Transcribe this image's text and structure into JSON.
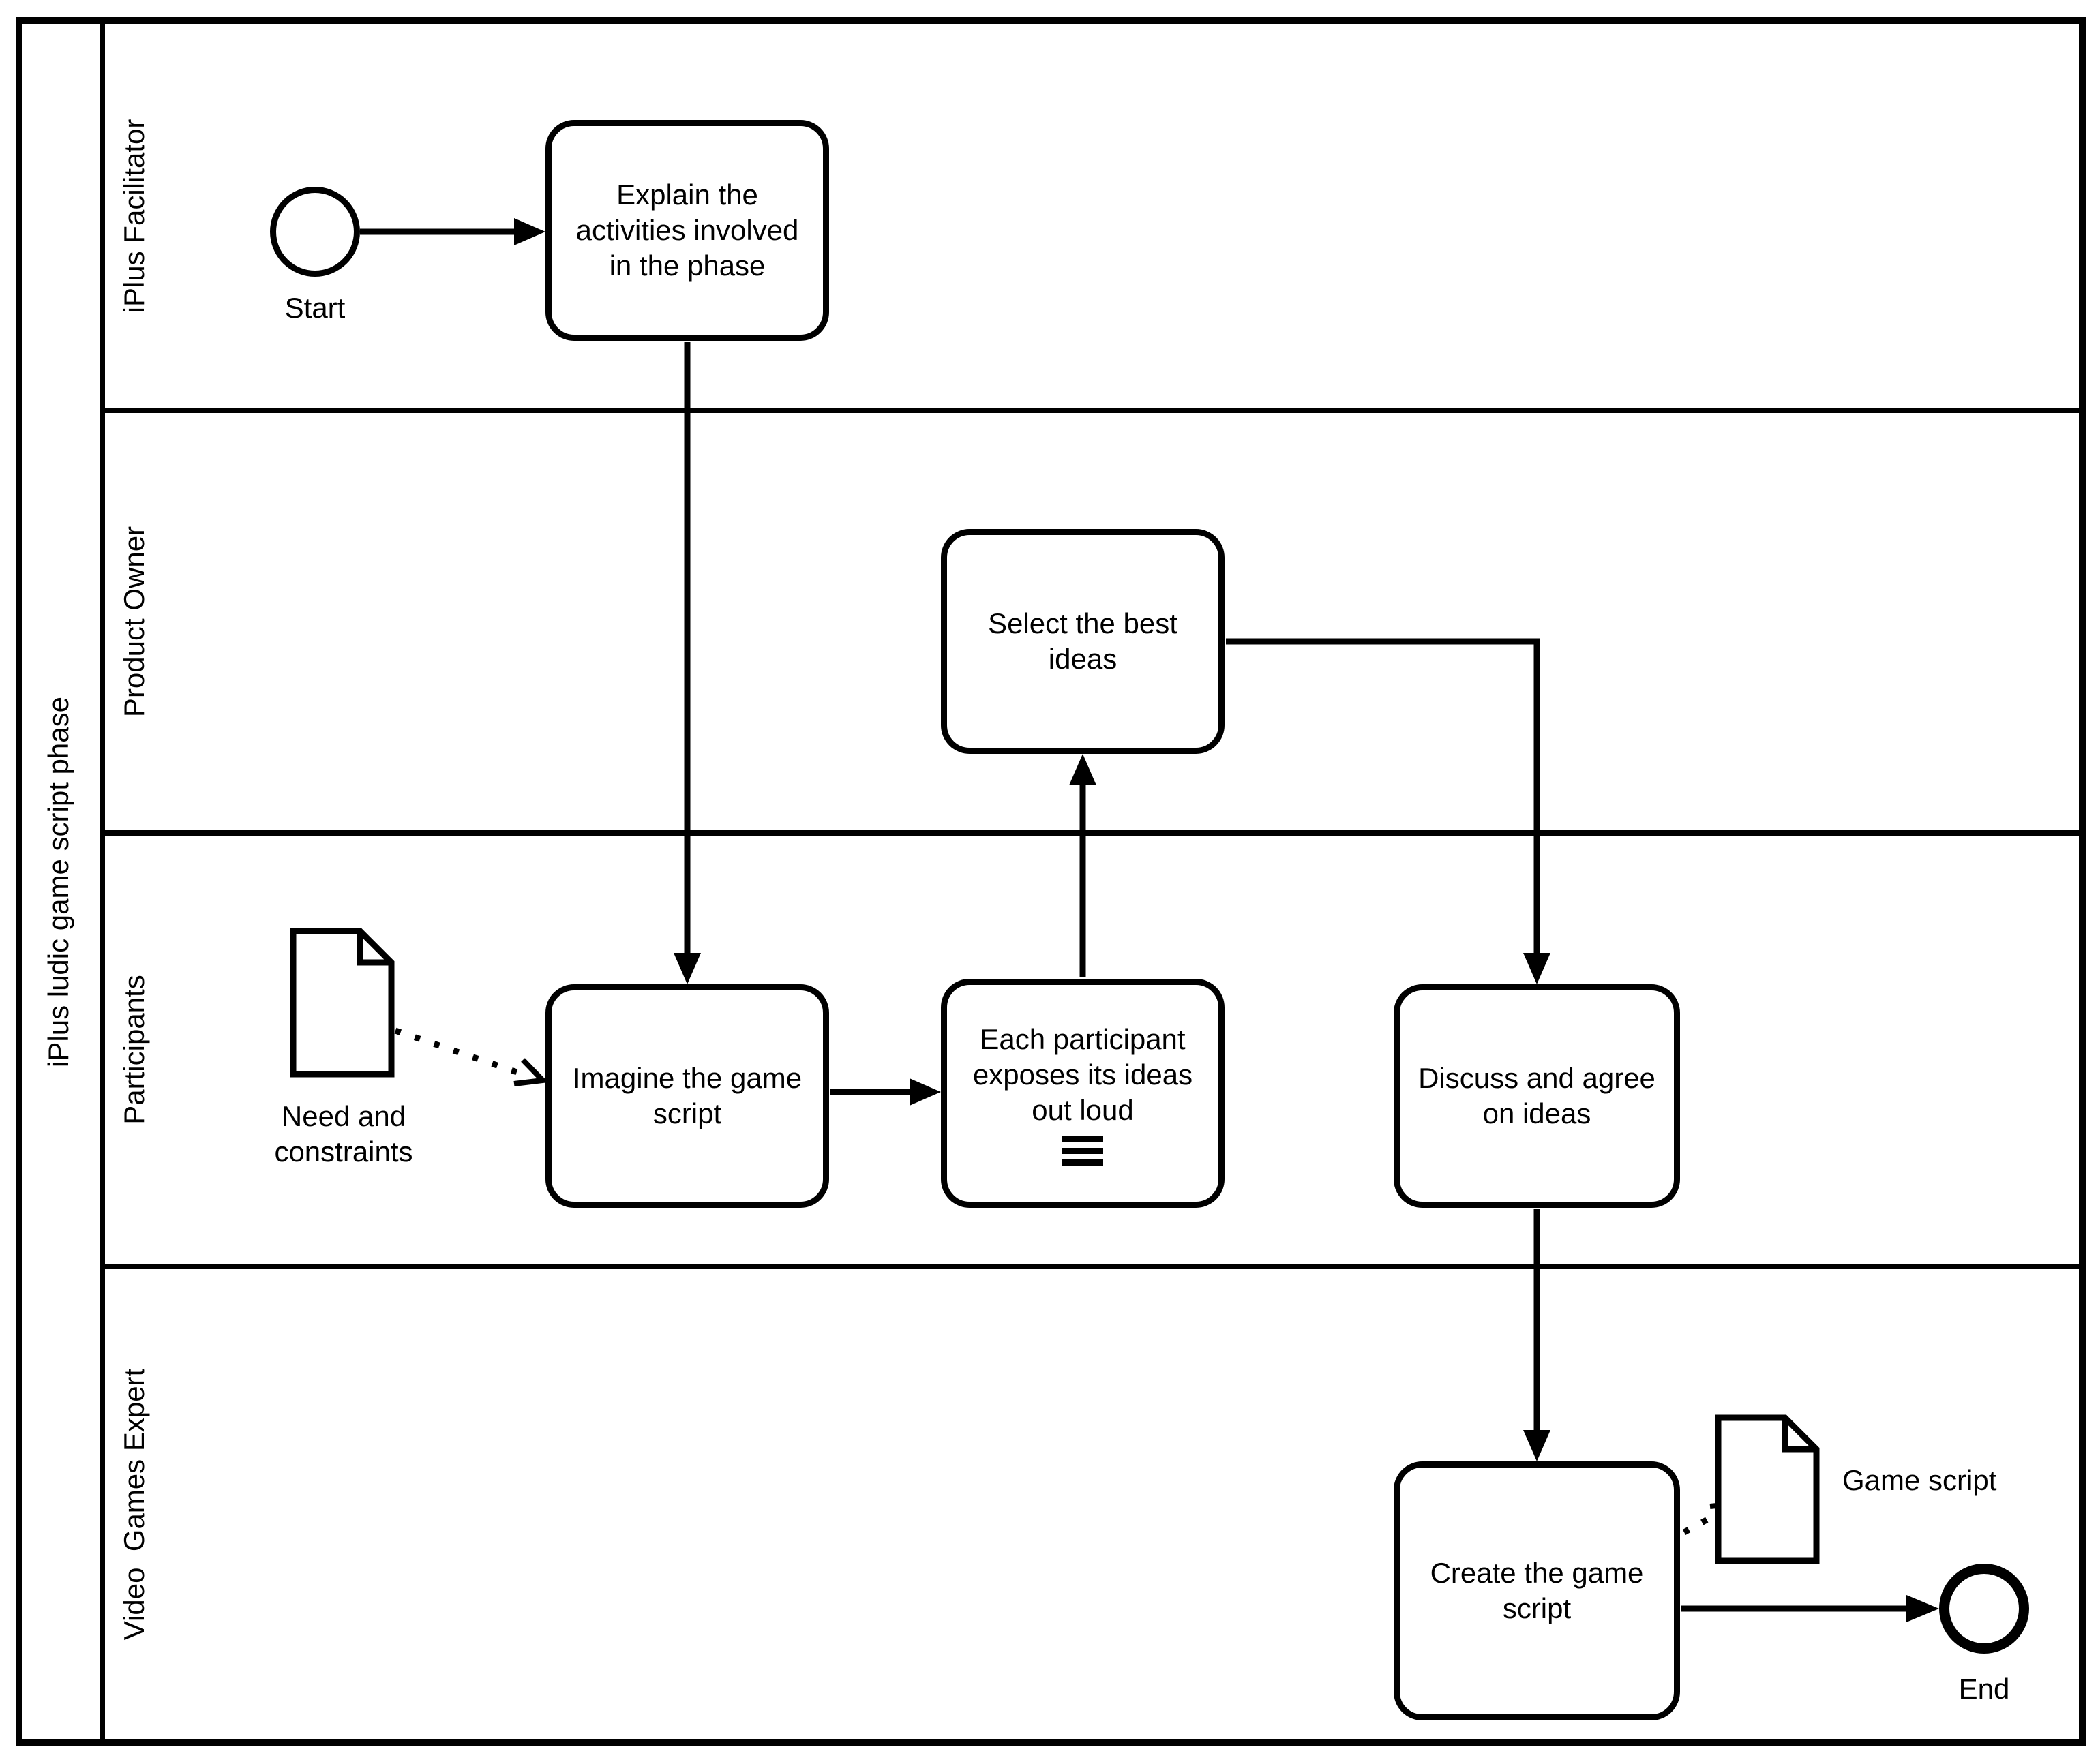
{
  "diagram": {
    "type": "bpmn-swimlane-flowchart",
    "pool": {
      "label": "iPlus ludic game script phase"
    },
    "lanes": [
      {
        "label": "iPlus Facilitator"
      },
      {
        "label": "Product Owner"
      },
      {
        "label": "Participants"
      },
      {
        "label": "Video  Games Expert"
      }
    ],
    "events": {
      "start": {
        "label": "Start",
        "lane": "iPlus Facilitator"
      },
      "end": {
        "label": "End",
        "lane": "Video  Games Expert"
      }
    },
    "tasks": {
      "explain": {
        "label": "Explain the activities involved in the phase",
        "lane": "iPlus Facilitator"
      },
      "select": {
        "label": "Select the best ideas",
        "lane": "Product Owner"
      },
      "imagine": {
        "label": "Imagine the game script",
        "lane": "Participants"
      },
      "expose": {
        "label": "Each participant exposes its ideas out loud",
        "lane": "Participants",
        "marker": "sequential-multi-instance"
      },
      "discuss": {
        "label": "Discuss and agree on ideas",
        "lane": "Participants"
      },
      "create": {
        "label": "Create the game script",
        "lane": "Video  Games Expert"
      }
    },
    "data_objects": {
      "need": {
        "label": "Need and constraints",
        "lane": "Participants"
      },
      "game_script": {
        "label": "Game script",
        "lane": "Video  Games Expert"
      }
    },
    "flows": {
      "sequence": [
        "Start → Explain the activities involved in the phase",
        "Explain the activities involved in the phase → Imagine the game script",
        "Imagine the game script → Each participant exposes its ideas out loud",
        "Each participant exposes its ideas out loud → Select the best ideas",
        "Select the best ideas → Discuss and agree on ideas",
        "Discuss and agree on ideas → Create the game script",
        "Create the game script → End"
      ],
      "associations": [
        "Need and constraints ⇢ Imagine the game script",
        "Create the game script ⇢ Game script"
      ]
    },
    "colors": {
      "stroke": "#000000",
      "background": "#ffffff",
      "text": "#000000"
    }
  }
}
